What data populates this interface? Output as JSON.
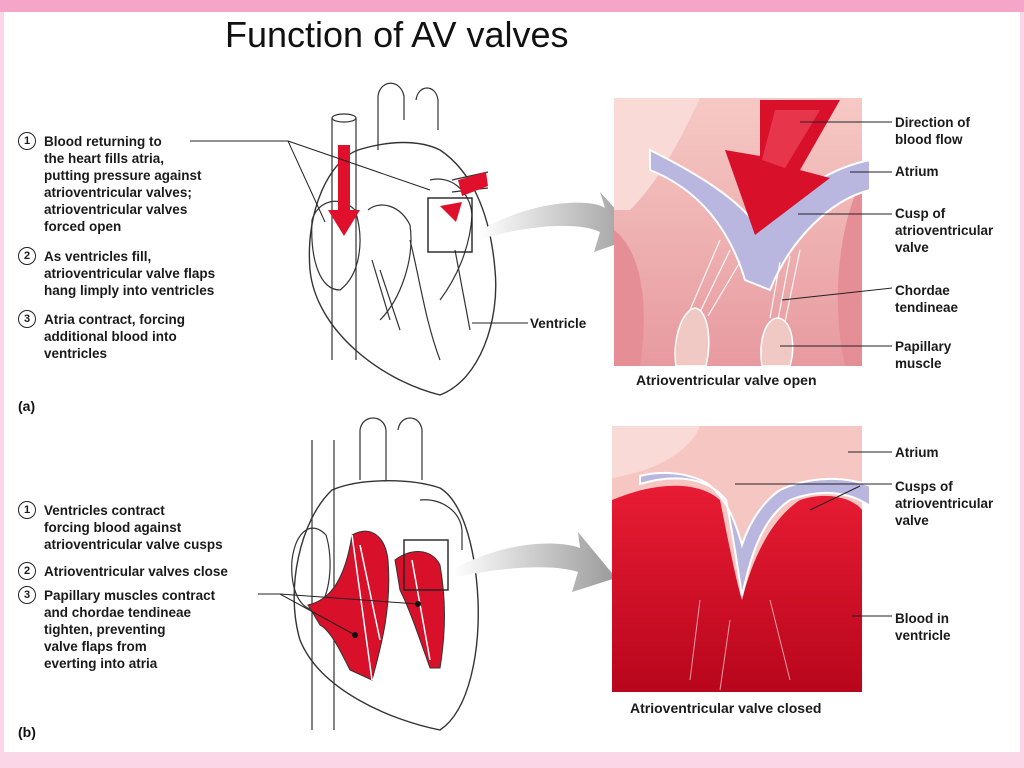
{
  "title": "Function of AV valves",
  "panel_a": {
    "label": "(a)",
    "steps": [
      {
        "num": "1",
        "text": "Blood returning to\nthe heart fills atria,\nputting pressure against\natrioventricular valves;\natrioventricular valves\nforced open"
      },
      {
        "num": "2",
        "text": "As ventricles fill,\natrioventricular valve flaps\nhang limply into ventricles"
      },
      {
        "num": "3",
        "text": "Atria contract, forcing\nadditional blood into\nventricles"
      }
    ],
    "heart_label": "Ventricle",
    "detail_labels": {
      "direction": "Direction of\nblood flow",
      "atrium": "Atrium",
      "cusp": "Cusp of\natrioventricular\nvalve",
      "chordae": "Chordae\ntendineae",
      "papillary": "Papillary\nmuscle"
    },
    "caption": "Atrioventricular valve open"
  },
  "panel_b": {
    "label": "(b)",
    "steps": [
      {
        "num": "1",
        "text": "Ventricles contract\nforcing blood against\natrioventricular valve cusps"
      },
      {
        "num": "2",
        "text": "Atrioventricular valves close"
      },
      {
        "num": "3",
        "text": "Papillary muscles contract\nand chordae tendineae\ntighten, preventing\nvalve flaps from\neverting into atria"
      }
    ],
    "detail_labels": {
      "atrium": "Atrium",
      "cusps": "Cusps of\natrioventricular\nvalve",
      "blood": "Blood in\nventricle"
    },
    "caption": "Atrioventricular valve closed"
  },
  "colors": {
    "blood_red": "#d9102a",
    "tissue_pink": "#f2b3b8",
    "valve_lavender": "#b9b7e0",
    "band_pink": "#f5a6c8"
  }
}
